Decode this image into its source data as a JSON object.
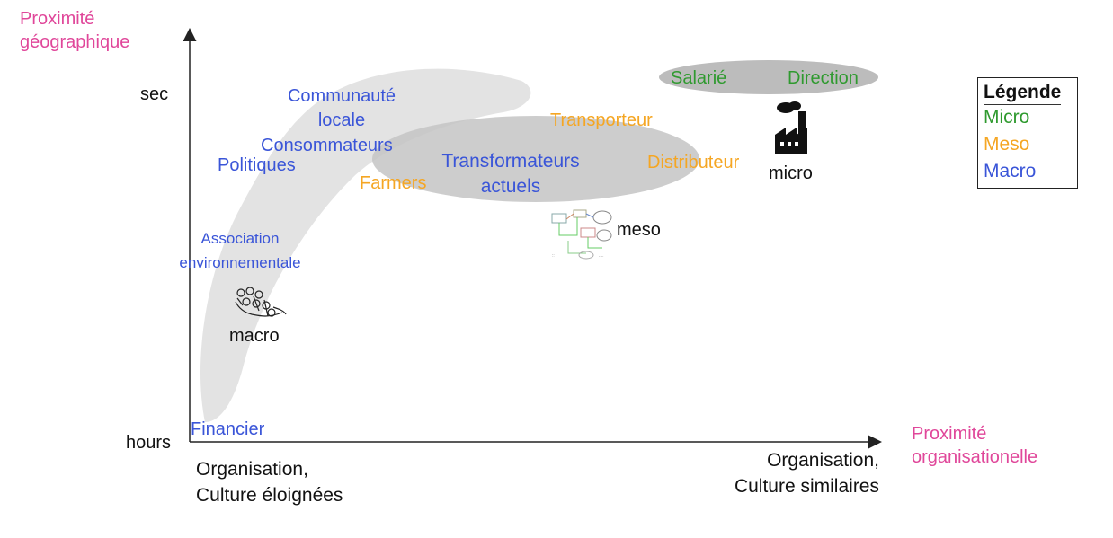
{
  "axes": {
    "y_title": "Proximité géographique",
    "x_title": "Proximité organisationelle",
    "y_top_label": "sec",
    "y_bottom_label": "hours",
    "x_left_label": "Organisation, Culture éloignées",
    "x_right_label": "Organisation, Culture similaires"
  },
  "actors": {
    "communaute_locale": "Communauté locale",
    "consommateurs": "Consommateurs",
    "politiques": "Politiques",
    "farmers": "Farmers",
    "transformateurs": "Transformateurs actuels",
    "transporteur": "Transporteur",
    "distributeur": "Distributeur",
    "salarie": "Salarié",
    "direction": "Direction",
    "association": "Association environnementale",
    "financier": "Financier"
  },
  "levels": {
    "micro": "micro",
    "meso": "meso",
    "macro": "macro"
  },
  "legend": {
    "title": "Légende",
    "items": [
      {
        "label": "Micro",
        "color": "#2f9a2f"
      },
      {
        "label": "Meso",
        "color": "#f5a623"
      },
      {
        "label": "Macro",
        "color": "#3a55d8"
      }
    ]
  },
  "colors": {
    "axis_title": "#e0479a",
    "macro": "#3a55d8",
    "meso": "#f5a623",
    "micro": "#2f9a2f",
    "blob": "#d6d6d6",
    "ellipse": "#bdbdbd"
  },
  "icons": [
    "factory-icon",
    "network-diagram-icon",
    "crowd-icon"
  ]
}
